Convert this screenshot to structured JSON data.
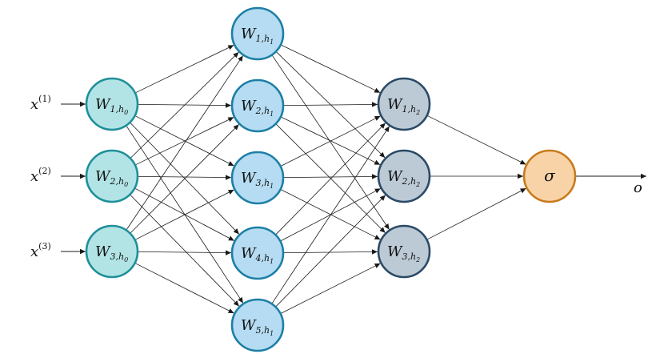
{
  "inputs": [
    {
      "base": "x",
      "sup": "(1)"
    },
    {
      "base": "x",
      "sup": "(2)"
    },
    {
      "base": "x",
      "sup": "(3)"
    }
  ],
  "layers": [
    {
      "id": "h0",
      "fill": "#b2e4e6",
      "stroke": "#1f8f99",
      "nodes": [
        {
          "base": "W",
          "sub": "1,",
          "subsub": "h",
          "subsubidx": "0"
        },
        {
          "base": "W",
          "sub": "2,",
          "subsub": "h",
          "subsubidx": "0"
        },
        {
          "base": "W",
          "sub": "3,",
          "subsub": "h",
          "subsubidx": "0"
        }
      ]
    },
    {
      "id": "h1",
      "fill": "#b5dcf2",
      "stroke": "#1c7fa6",
      "nodes": [
        {
          "base": "W",
          "sub": "1,",
          "subsub": "h",
          "subsubidx": "1"
        },
        {
          "base": "W",
          "sub": "2,",
          "subsub": "h",
          "subsubidx": "1"
        },
        {
          "base": "W",
          "sub": "3,",
          "subsub": "h",
          "subsubidx": "1"
        },
        {
          "base": "W",
          "sub": "4,",
          "subsub": "h",
          "subsubidx": "1"
        },
        {
          "base": "W",
          "sub": "5,",
          "subsub": "h",
          "subsubidx": "1"
        }
      ]
    },
    {
      "id": "h2",
      "fill": "#bccad6",
      "stroke": "#2a4a66",
      "nodes": [
        {
          "base": "W",
          "sub": "1,",
          "subsub": "h",
          "subsubidx": "2"
        },
        {
          "base": "W",
          "sub": "2,",
          "subsub": "h",
          "subsubidx": "2"
        },
        {
          "base": "W",
          "sub": "3,",
          "subsub": "h",
          "subsubidx": "2"
        }
      ]
    }
  ],
  "output_node": {
    "label": "σ",
    "fill": "#f9d3a8",
    "stroke": "#c77a1c"
  },
  "output": {
    "label": "o"
  },
  "edge_color": "#1a1a1a"
}
